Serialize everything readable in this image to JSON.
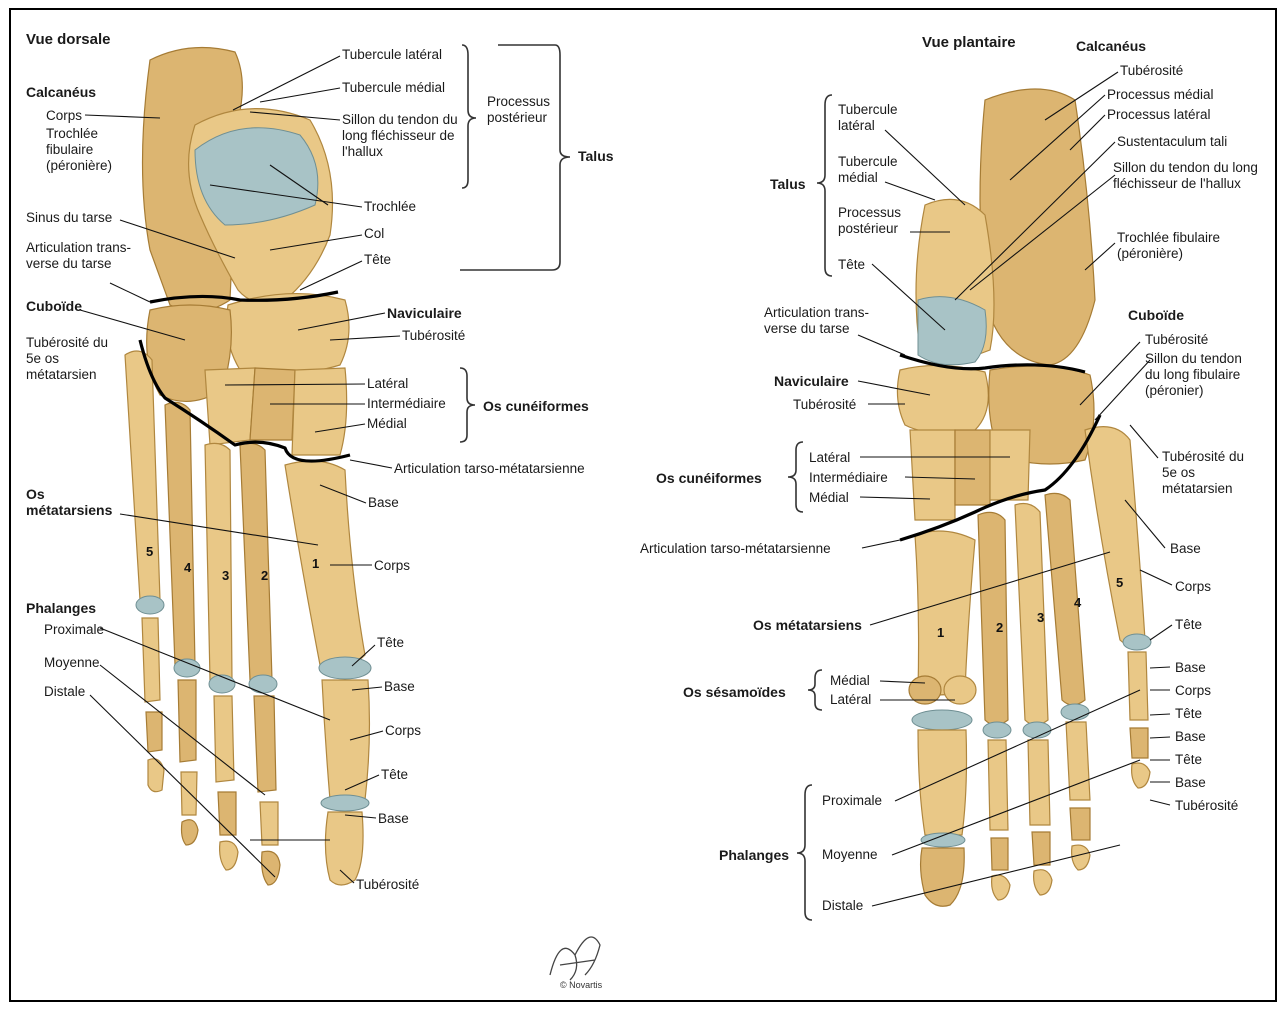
{
  "dorsal": {
    "title": "Vue dorsale",
    "calcaneus": "Calcanéus",
    "corps": "Corps",
    "trochlee_fibulaire": "Trochlée fibulaire (péronière)",
    "sinus_tarse": "Sinus du tarse",
    "artic_transverse": "Articulation trans-verse du tarse",
    "cuboide": "Cuboïde",
    "tuberosite_5": "Tubérosité du 5e os métatarsien",
    "os_metatarsiens": "Os métatarsiens",
    "phalanges": "Phalanges",
    "proximale": "Proximale",
    "moyenne": "Moyenne",
    "distale": "Distale",
    "tubercule_lateral": "Tubercule latéral",
    "tubercule_medial": "Tubercule médial",
    "sillon": "Sillon du tendon du long fléchisseur de l'hallux",
    "processus_posterieur": "Processus postérieur",
    "talus": "Talus",
    "trochlee": "Trochlée",
    "col": "Col",
    "tete": "Tête",
    "naviculaire": "Naviculaire",
    "tuberosite": "Tubérosité",
    "lateral": "Latéral",
    "intermediaire": "Intermédiaire",
    "medial": "Médial",
    "os_cuneiformes": "Os cunéiformes",
    "artic_tarso": "Articulation tarso-métatarsienne",
    "base": "Base",
    "corps2": "Corps",
    "tete2": "Tête",
    "base2": "Base",
    "corps3": "Corps",
    "tete3": "Tête",
    "base3": "Base",
    "tuberosite_end": "Tubérosité",
    "numbers": [
      "5",
      "4",
      "3",
      "2",
      "1"
    ]
  },
  "plantar": {
    "title": "Vue plantaire",
    "calcaneus": "Calcanéus",
    "tuberosite": "Tubérosité",
    "processus_medial": "Processus médial",
    "processus_lateral": "Processus latéral",
    "sustentaculum": "Sustentaculum tali",
    "sillon": "Sillon du tendon du long fléchisseur de l'hallux",
    "trochlee_fibulaire": "Trochlée fibulaire (péronière)",
    "talus": "Talus",
    "tubercule_lateral": "Tubercule latéral",
    "tubercule_medial": "Tubercule médial",
    "processus_posterieur": "Processus postérieur",
    "tete": "Tête",
    "artic_transverse": "Articulation trans-verse du tarse",
    "naviculaire": "Naviculaire",
    "tuberosite_nav": "Tubérosité",
    "cuboide": "Cuboïde",
    "tuberosite_cub": "Tubérosité",
    "sillon_fibulaire": "Sillon du tendon du long fibulaire (péronier)",
    "tuberosite_5": "Tubérosité du 5e os métatarsien",
    "os_cuneiformes": "Os cunéiformes",
    "lateral": "Latéral",
    "intermediaire": "Intermédiaire",
    "medial": "Médial",
    "artic_tarso": "Articulation tarso-métatarsienne",
    "base": "Base",
    "corps": "Corps",
    "os_metatarsiens": "Os métatarsiens",
    "os_sesamoides": "Os sésamoïdes",
    "ses_medial": "Médial",
    "ses_lateral": "Latéral",
    "base_p": "Base",
    "corps_p": "Corps",
    "tete_p": "Tête",
    "base_m": "Base",
    "tete_m": "Tête",
    "base_d": "Base",
    "tuberosite_d": "Tubérosité",
    "phalanges": "Phalanges",
    "proximale": "Proximale",
    "moyenne": "Moyenne",
    "distale": "Distale",
    "numbers": [
      "1",
      "2",
      "3",
      "4",
      "5"
    ]
  },
  "signature": {
    "credit": "© Novartis"
  },
  "colors": {
    "bone": "#e9c887",
    "cartilage": "#a8c3c6",
    "frame": "#000000"
  }
}
